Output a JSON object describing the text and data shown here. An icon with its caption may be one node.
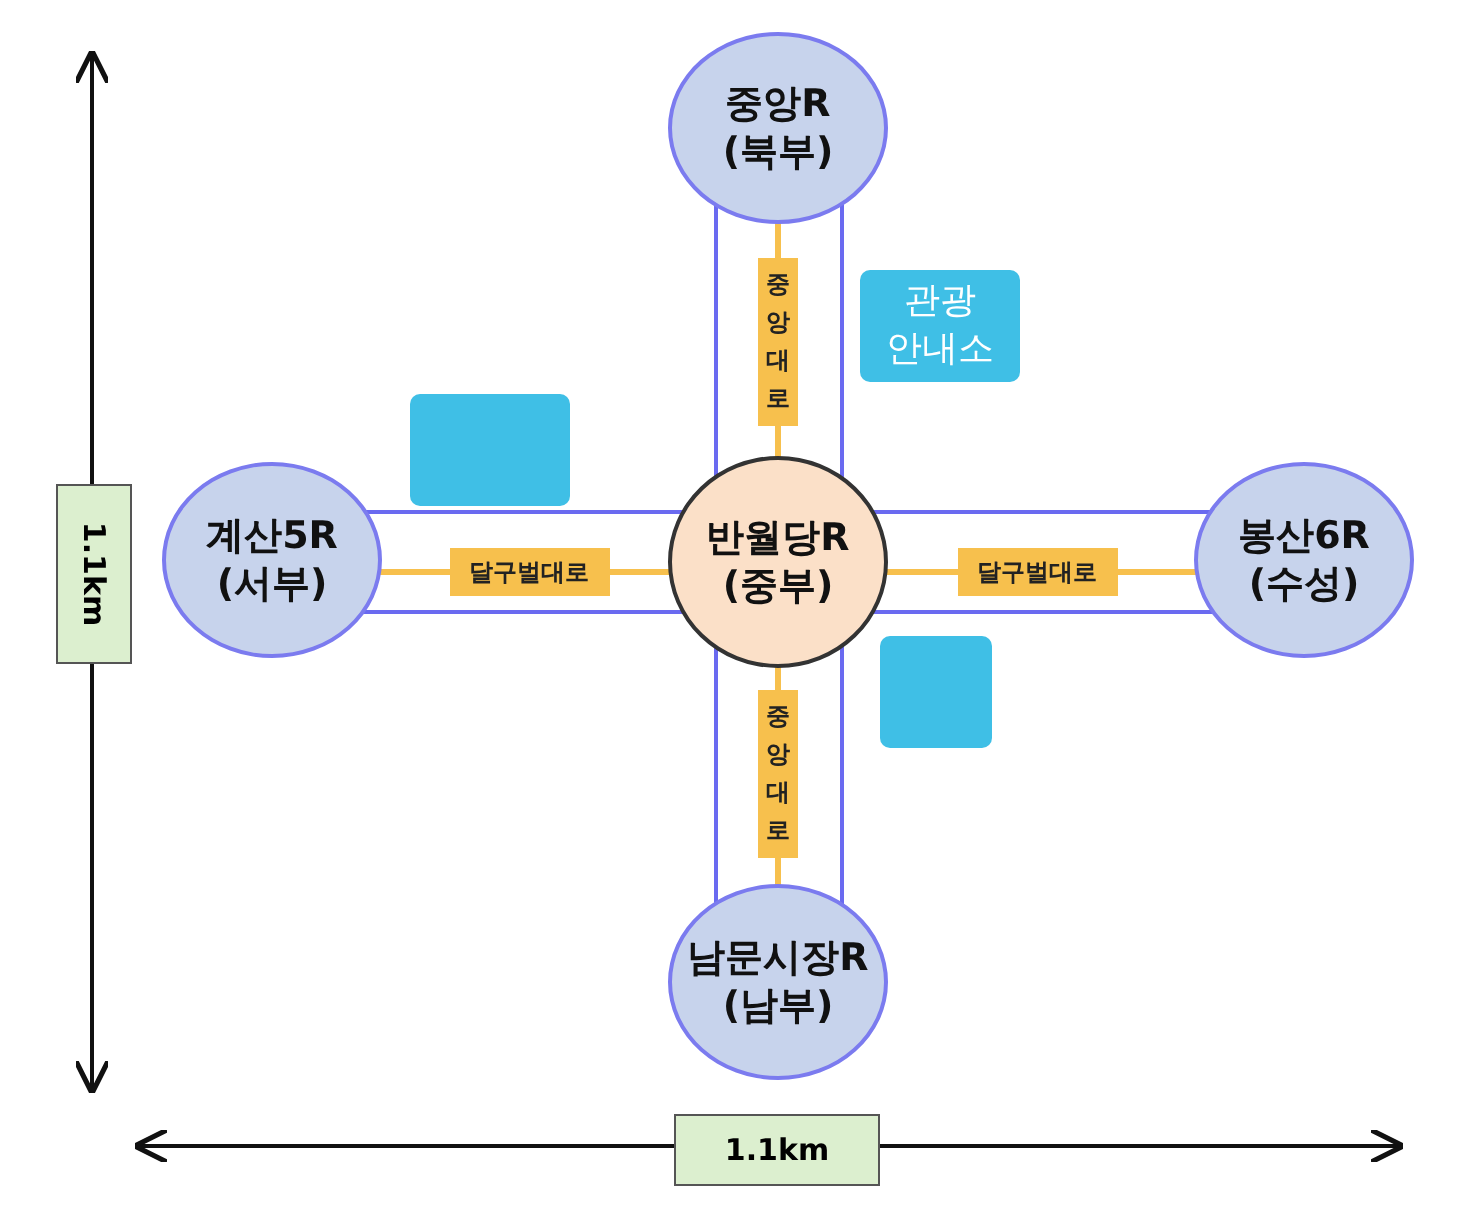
{
  "diagram": {
    "nodes": [
      {
        "text": [
          "중앙R",
          "(북부)"
        ]
      },
      {
        "text": [
          "관광 안내소"
        ]
      },
      {
        "text": [],
        "shape": "box"
      },
      {
        "text": [
          "계산5R",
          "(서부)"
        ]
      },
      {
        "text": [
          "반월당R",
          "(중부)"
        ]
      },
      {
        "text": [
          "봉산6R",
          "(수성)"
        ]
      },
      {
        "text": [],
        "shape": "box"
      },
      {
        "text": [
          "남문시장R",
          "(남부)"
        ]
      }
    ],
    "edges": [
      {
        "from": 4,
        "to": 0,
        "arrow": "none",
        "label": "중앙대로"
      },
      {
        "from": 4,
        "to": 3,
        "arrow": "none",
        "label": "달구벌대로"
      },
      {
        "from": 4,
        "to": 5,
        "arrow": "none",
        "label": "달구벌대로"
      },
      {
        "from": 4,
        "to": 7,
        "arrow": "none",
        "label": "중앙대로"
      }
    ],
    "labels": [
      "1.1km",
      "1.1km"
    ]
  }
}
